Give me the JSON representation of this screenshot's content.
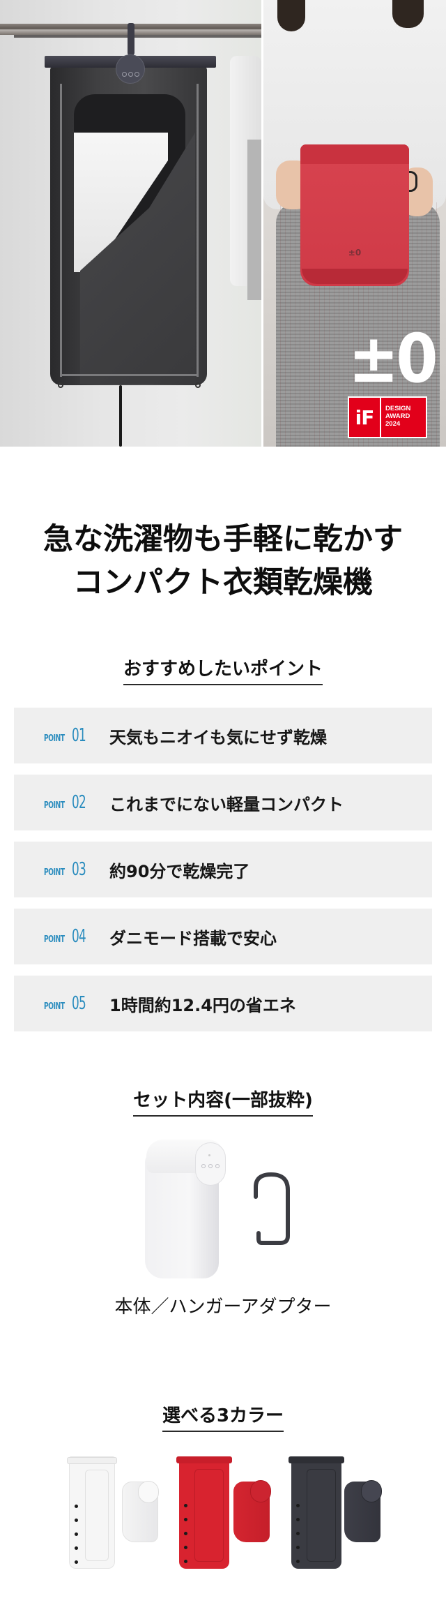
{
  "hero": {
    "left_image": "garment-bag-dryer-hanging-with-white-shirt",
    "right_image": "person-holding-red-dryer-unit",
    "device_logo": "±0",
    "brand_mark": "±0",
    "award": {
      "logo": "iF",
      "line1": "DESIGN",
      "line2": "AWARD",
      "line3": "2024",
      "color": "#e2001a"
    }
  },
  "headline": {
    "line1": "急な洗濯物も手軽に乾かす",
    "line2": "コンパクト衣類乾燥機"
  },
  "points_section": {
    "title": "おすすめしたいポイント",
    "accent_color": "#2a8cbe",
    "items": [
      {
        "label": "POINT",
        "number": "01",
        "text": "天気もニオイも気にせず乾燥"
      },
      {
        "label": "POINT",
        "number": "02",
        "text": "これまでにない軽量コンパクト"
      },
      {
        "label": "POINT",
        "number": "03",
        "text": "約90分で乾燥完了"
      },
      {
        "label": "POINT",
        "number": "04",
        "text": "ダニモード搭載で安心"
      },
      {
        "label": "POINT",
        "number": "05",
        "text": "1時間約12.4円の省エネ"
      }
    ]
  },
  "set_section": {
    "title": "セット内容(一部抜粋)",
    "items": [
      "本体",
      "ハンガーアダプター"
    ],
    "caption": "本体／ハンガーアダプター"
  },
  "colors_section": {
    "title": "選べる3カラー",
    "colors": [
      {
        "name": "white",
        "hex": "#f4f4f4"
      },
      {
        "name": "red",
        "hex": "#d8232f"
      },
      {
        "name": "dark-gray",
        "hex": "#3a3b42"
      }
    ]
  }
}
